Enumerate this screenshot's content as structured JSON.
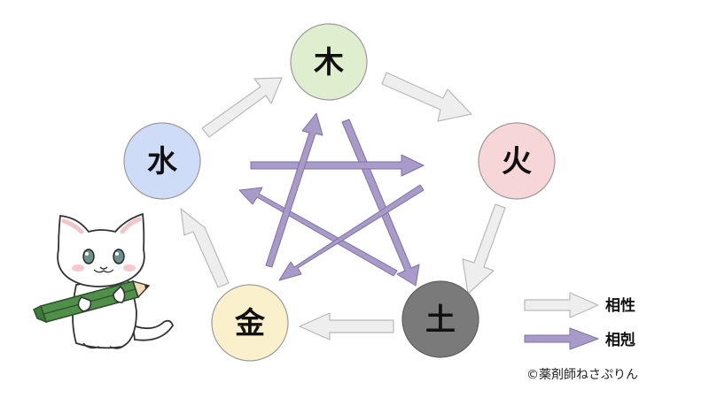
{
  "nodes": {
    "wood": {
      "label": "木",
      "color": "#dfeecf"
    },
    "fire": {
      "label": "火",
      "color": "#f6d6d8"
    },
    "earth": {
      "label": "土",
      "color": "#7a7a7a"
    },
    "metal": {
      "label": "金",
      "color": "#fbf0cc"
    },
    "water": {
      "label": "水",
      "color": "#cfdcf7"
    }
  },
  "generating_cycle": [
    "wood",
    "fire",
    "earth",
    "metal",
    "water"
  ],
  "overcoming_cycle": [
    "wood",
    "earth",
    "water",
    "fire",
    "metal"
  ],
  "legend": {
    "generating": {
      "label": "相性",
      "color": "#eeeeee",
      "stroke": "#b9b9b9"
    },
    "overcoming": {
      "label": "相剋",
      "color": "#a99bc9",
      "stroke": "#7e72a3"
    }
  },
  "credit": "©薬剤師ねさぷりん",
  "mascot": {
    "icon": "white-cat-holding-green-pencil"
  }
}
